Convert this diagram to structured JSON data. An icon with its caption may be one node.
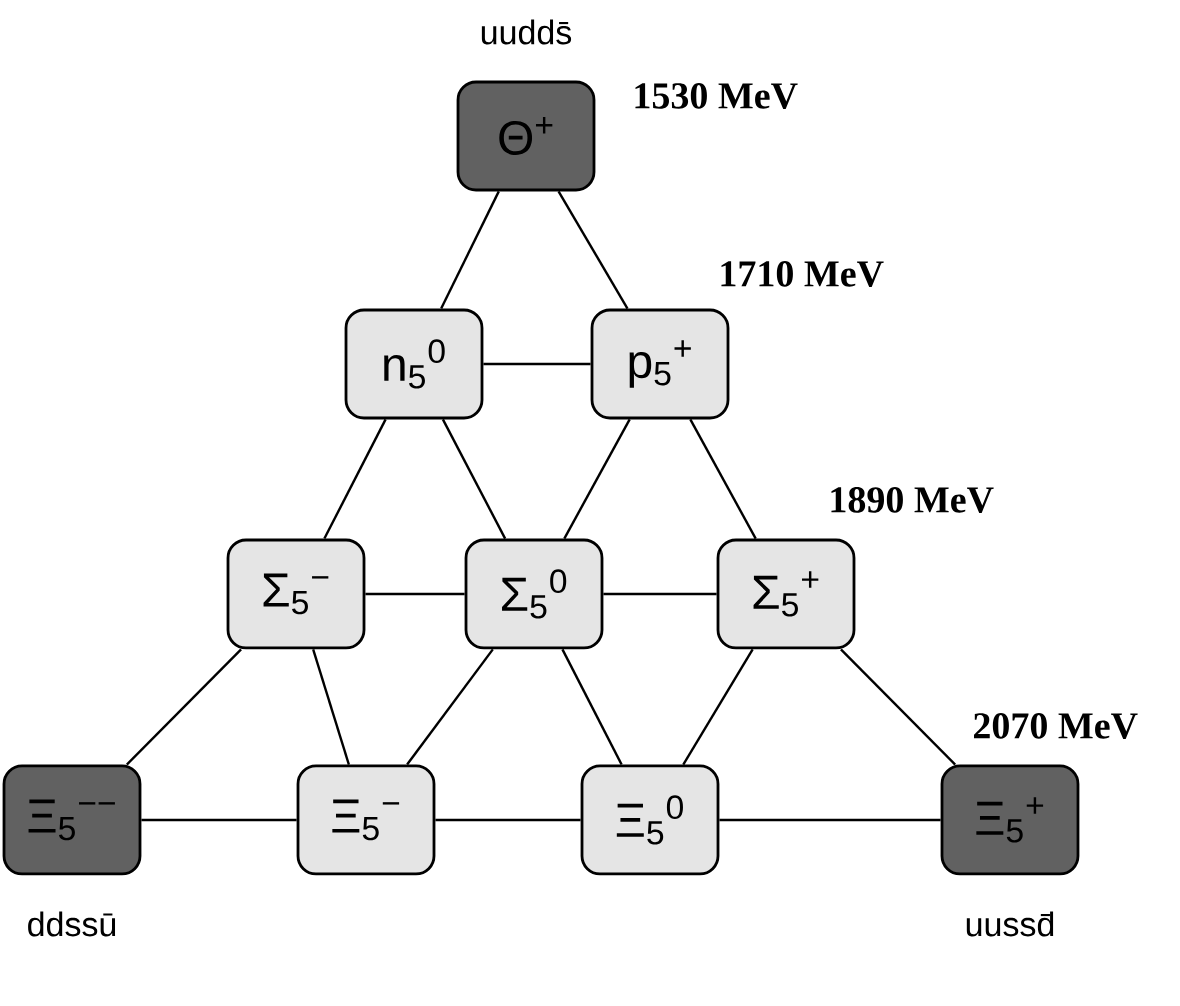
{
  "diagram": {
    "nodes": [
      {
        "text": [
          "Θ$^{+}$"
        ],
        "beside": [
          "uudds̄",
          "1530 MeV"
        ]
      },
      {
        "text": [
          "n$_{5}$$^{0}$"
        ]
      },
      {
        "text": [
          "p$_{5}$$^{+}$"
        ],
        "beside": [
          "1710 MeV"
        ]
      },
      {
        "text": [
          "Σ$_{5}$$^{−}$"
        ]
      },
      {
        "text": [
          "Σ$_{5}$$^{0}$"
        ]
      },
      {
        "text": [
          "Σ$_{5}$$^{+}$"
        ],
        "beside": [
          "1890 MeV"
        ]
      },
      {
        "text": [
          "Ξ$_{5}$$^{−−}$"
        ],
        "beside": [
          "ddssū"
        ]
      },
      {
        "text": [
          "Ξ$_{5}$$^{−}$"
        ]
      },
      {
        "text": [
          "Ξ$_{5}$$^{0}$"
        ]
      },
      {
        "text": [
          "Ξ$_{5}$$^{+}$"
        ],
        "beside": [
          "2070 MeV",
          "uussd̄"
        ]
      }
    ],
    "edges": [
      {
        "from": 0,
        "to": 1,
        "arrow": "none"
      },
      {
        "from": 0,
        "to": 2,
        "arrow": "none"
      },
      {
        "from": 1,
        "to": 2,
        "arrow": "none"
      },
      {
        "from": 1,
        "to": 3,
        "arrow": "none"
      },
      {
        "from": 1,
        "to": 4,
        "arrow": "none"
      },
      {
        "from": 2,
        "to": 4,
        "arrow": "none"
      },
      {
        "from": 2,
        "to": 5,
        "arrow": "none"
      },
      {
        "from": 3,
        "to": 4,
        "arrow": "none"
      },
      {
        "from": 4,
        "to": 5,
        "arrow": "none"
      },
      {
        "from": 3,
        "to": 6,
        "arrow": "none"
      },
      {
        "from": 3,
        "to": 7,
        "arrow": "none"
      },
      {
        "from": 4,
        "to": 7,
        "arrow": "none"
      },
      {
        "from": 4,
        "to": 8,
        "arrow": "none"
      },
      {
        "from": 5,
        "to": 8,
        "arrow": "none"
      },
      {
        "from": 5,
        "to": 9,
        "arrow": "none"
      },
      {
        "from": 6,
        "to": 7,
        "arrow": "none"
      },
      {
        "from": 7,
        "to": 8,
        "arrow": "none"
      },
      {
        "from": 8,
        "to": 9,
        "arrow": "none"
      }
    ]
  }
}
